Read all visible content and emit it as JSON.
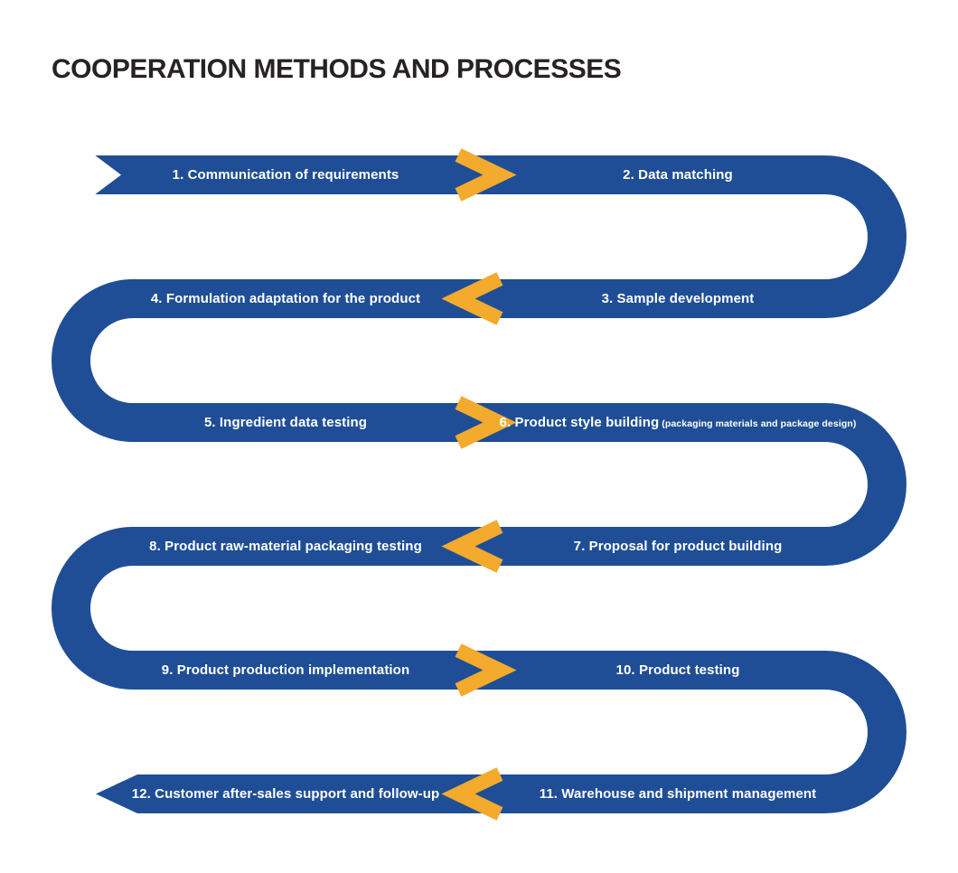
{
  "title": "COOPERATION METHODS AND PROCESSES",
  "colors": {
    "background": "#FFFFFF",
    "ribbon_blue": "#1F4E96",
    "chevron_yellow": "#F3AA2D",
    "title_text": "#272223",
    "step_text": "#FFFFFF"
  },
  "steps": [
    {
      "label": "1. Communication of requirements"
    },
    {
      "label": "2. Data matching"
    },
    {
      "label": "3. Sample development"
    },
    {
      "label": "4. Formulation adaptation for the product"
    },
    {
      "label": "5. Ingredient data testing"
    },
    {
      "label": "6. Product style building",
      "sublabel": "(packaging materials and package design)"
    },
    {
      "label": "7. Proposal for product  building"
    },
    {
      "label": "8. Product raw-material packaging testing"
    },
    {
      "label": "9. Product production implementation"
    },
    {
      "label": "10. Product testing"
    },
    {
      "label": "11. Warehouse and shipment management"
    },
    {
      "label": "12. Customer after-sales support and follow-up"
    }
  ]
}
